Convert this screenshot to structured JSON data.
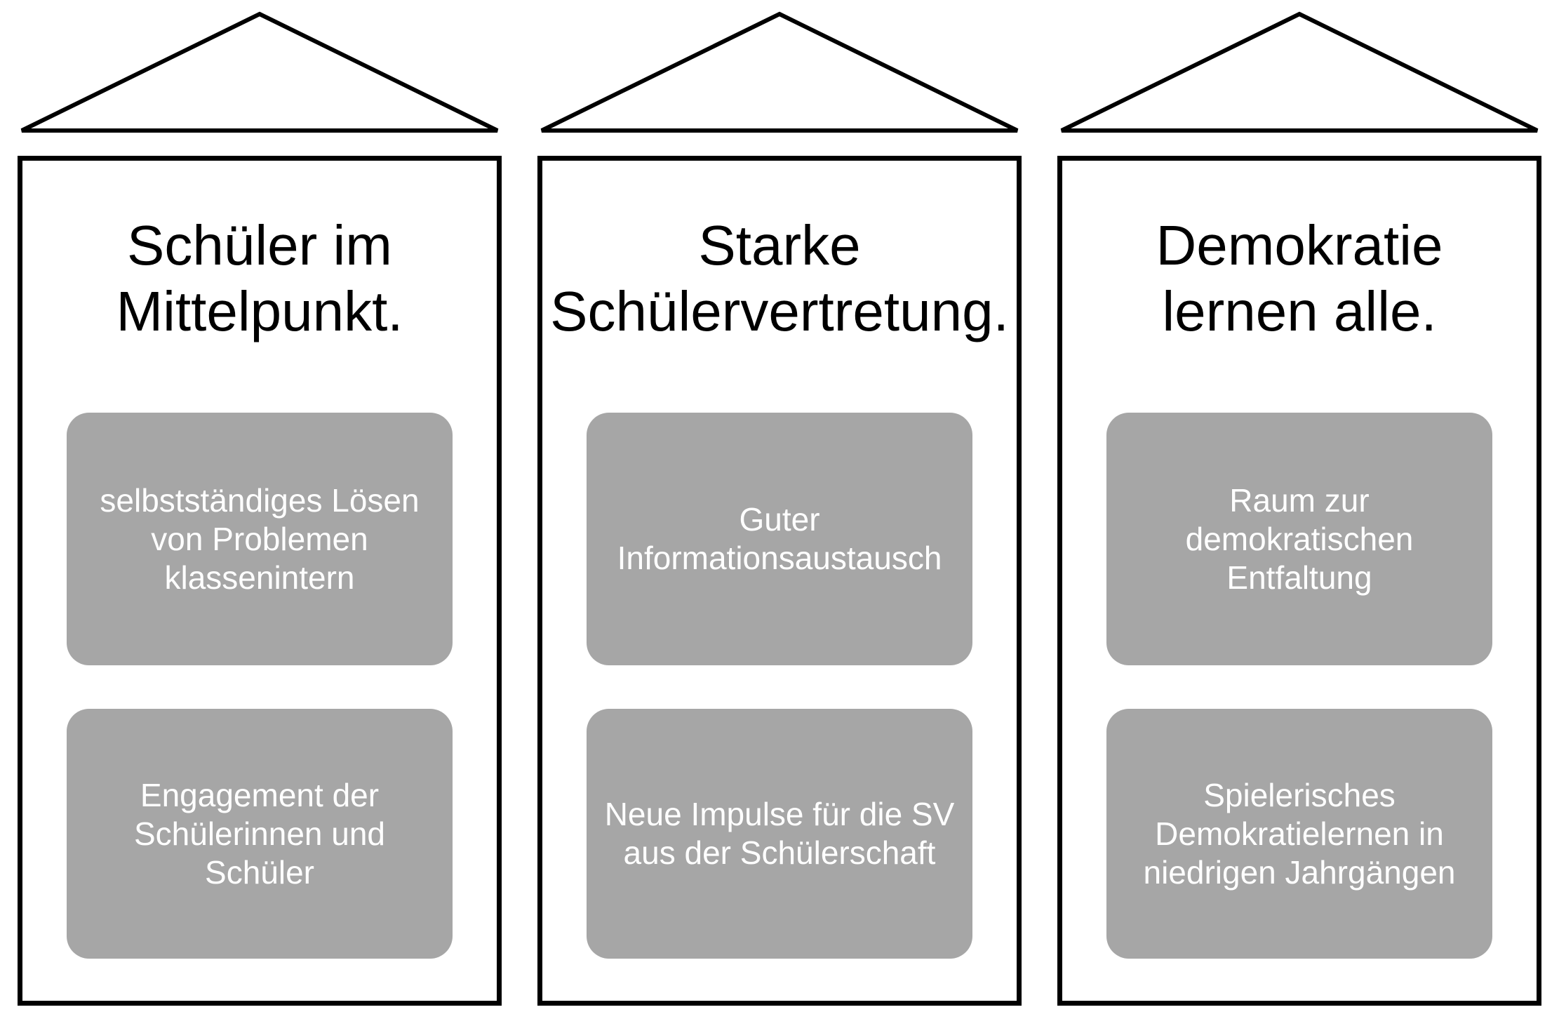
{
  "colors": {
    "background": "#ffffff",
    "outline": "#000000",
    "title_text": "#000000",
    "box_fill": "#a6a6a6",
    "box_text": "#ffffff"
  },
  "houses": [
    {
      "title_lines": [
        "Schüler im",
        "Mittelpunkt."
      ],
      "boxes": [
        {
          "lines": [
            "selbstständiges Lösen",
            "von Problemen",
            "klassenintern"
          ]
        },
        {
          "lines": [
            "Engagement der",
            "Schülerinnen und",
            "Schüler"
          ]
        }
      ]
    },
    {
      "title_lines": [
        "Starke",
        "Schülervertretung."
      ],
      "boxes": [
        {
          "lines": [
            "Guter",
            "Informationsaustausch"
          ]
        },
        {
          "lines": [
            "Neue Impulse für die SV",
            "aus der Schülerschaft"
          ]
        }
      ]
    },
    {
      "title_lines": [
        "Demokratie",
        "lernen alle."
      ],
      "boxes": [
        {
          "lines": [
            "Raum zur",
            "demokratischen",
            "Entfaltung"
          ]
        },
        {
          "lines": [
            "Spielerisches",
            "Demokratielernen in",
            "niedrigen Jahrgängen"
          ]
        }
      ]
    }
  ]
}
